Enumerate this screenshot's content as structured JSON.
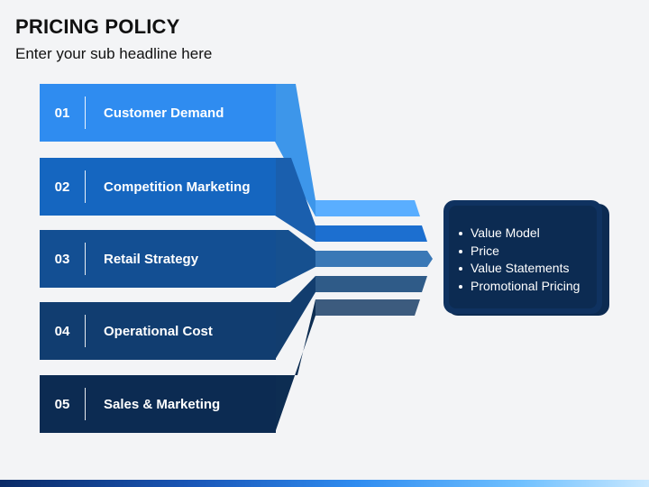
{
  "header": {
    "title": "PRICING POLICY",
    "subtitle": "Enter your sub headline here"
  },
  "items": [
    {
      "number": "01",
      "label": "Customer Demand",
      "color": "#2f8cf0"
    },
    {
      "number": "02",
      "label": "Competition Marketing",
      "color": "#1566c0"
    },
    {
      "number": "03",
      "label": "Retail Strategy",
      "color": "#134f93"
    },
    {
      "number": "04",
      "label": "Operational Cost",
      "color": "#113d70"
    },
    {
      "number": "05",
      "label": "Sales & Marketing",
      "color": "#0c2b52"
    }
  ],
  "summary": {
    "bullets": [
      "Value Model",
      "Price",
      "Value Statements",
      "Promotional Pricing"
    ],
    "color": "#0c2b52"
  }
}
